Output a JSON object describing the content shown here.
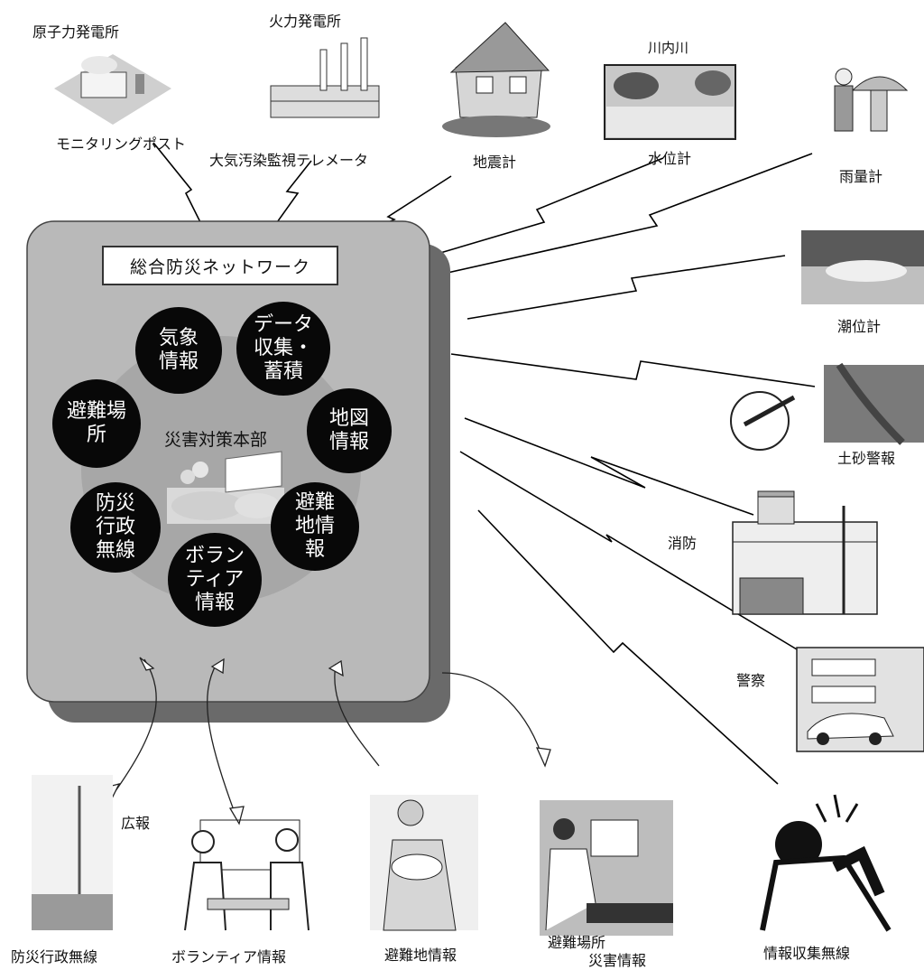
{
  "network": {
    "title": "総合防災ネットワーク",
    "hq_label": "災害対策本部",
    "bubbles": {
      "weather": "気象\n情報",
      "data": "データ\n収集・\n蓄積",
      "shelter": "避難場\n所",
      "map": "地図\n情報",
      "radio": "防災\n行政\n無線",
      "evac": "避難\n地情\n報",
      "volunteer": "ボラン\nティア\n情報"
    }
  },
  "top": {
    "nuclear": "原子力発電所",
    "monitoring": "モニタリングポスト",
    "thermal": "火力発電所",
    "telemeter": "大気汚染監視テレメータ",
    "seismometer": "地震計",
    "river": "川内川",
    "water_level": "水位計"
  },
  "right": {
    "rain": "雨量計",
    "tide": "潮位計",
    "landslide": "土砂警報",
    "fire": "消防",
    "police": "警察"
  },
  "bottom": {
    "pr": "広報",
    "radio": "防災行政無線",
    "volunteer": "ボランティア情報",
    "evac": "避難地情報",
    "shelter_line1": "避難場所",
    "shelter_line2": "災害情報",
    "collect": "情報収集無線"
  }
}
